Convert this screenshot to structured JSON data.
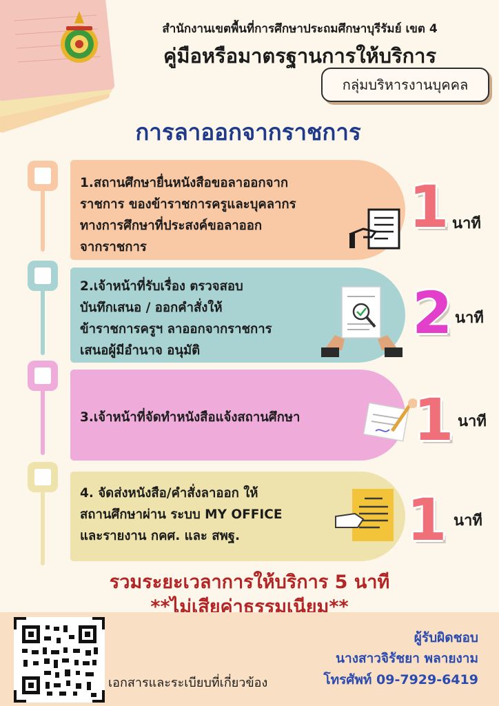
{
  "header": {
    "org": "สำนักงานเขตพื้นที่การศึกษาประถมศึกษาบุรีรัมย์ เขต 4",
    "title": "คู่มือหรือมาตรฐานการให้บริการ",
    "department": "กลุ่มบริหารงานบุคคล"
  },
  "section_title": "การลาออกจากราชการ",
  "steps": [
    {
      "text": "1.สถานศึกษายื่นหนังสือขอลาออกจาก\nราชการ ของข้าราชการครูและบุคลากร\nทางการศึกษาที่ประสงค์ขอลาออก\nจากราชการ",
      "minutes": "1",
      "unit": "นาที",
      "color": "#f9c9a6",
      "node_color": "#f9c9a6",
      "number_color": "#f0707a",
      "icon": "document-handover-icon"
    },
    {
      "text": "2.เจ้าหน้าที่รับเรื่อง ตรวจสอบ\nบันทึกเสนอ / ออกคำสั่งให้\nข้าราชการครูฯ ลาออกจากราชการ\nเสนอผู้มีอำนาจ อนุมัติ",
      "minutes": "2",
      "unit": "นาที",
      "color": "#a9d3d3",
      "node_color": "#a9d3d3",
      "number_color": "#e23fcb",
      "icon": "document-review-icon"
    },
    {
      "text": "3.เจ้าหน้าที่จัดทำหนังสือแจ้งสถานศึกษา",
      "minutes": "1",
      "unit": "นาที",
      "color": "#efacda",
      "node_color": "#efacda",
      "number_color": "#f0707a",
      "icon": "signing-document-icon"
    },
    {
      "text": "4. จัดส่งหนังสือ/คำสั่งลาออก ให้\nสถานศึกษาผ่าน ระบบ MY OFFICE\nและรายงาน กคศ. และ สพฐ.",
      "minutes": "1",
      "unit": "นาที",
      "color": "#eee3ac",
      "node_color": "#eee3ac",
      "number_color": "#f0707a",
      "icon": "send-document-icon"
    }
  ],
  "total": "รวมระยะเวลาการให้บริการ  5  นาที",
  "fee": "**ไม่เสียค่าธรรมเนียม**",
  "footer": {
    "docs_label": "เอกสารและระเบียบที่เกี่ยวข้อง",
    "contact_title": "ผู้รับผิดชอบ",
    "contact_name": "นางสาวจิรัชยา พลายงาม",
    "contact_phone": "โทรศัพท์ 09-7929-6419"
  },
  "colors": {
    "title_blue": "#1f3a8a",
    "total_red": "#b32424",
    "contact_blue": "#2a4bb0"
  }
}
